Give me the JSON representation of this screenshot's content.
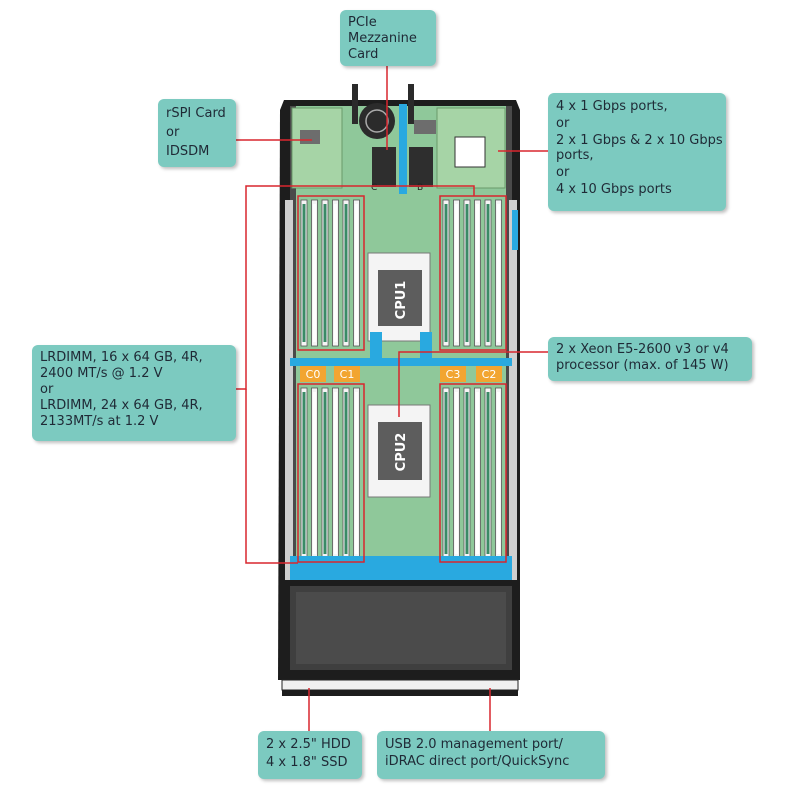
{
  "callouts": {
    "pcie": [
      "PCIe",
      "Mezzanine",
      "Card"
    ],
    "rspi": [
      "rSPI Card",
      "or",
      "IDSDM"
    ],
    "network": [
      "4 x 1 Gbps ports,",
      "or",
      "2 x 1 Gbps & 2 x 10 Gbps",
      "ports,",
      "or",
      "4 x 10 Gbps ports"
    ],
    "memory": [
      "LRDIMM, 16 x 64 GB, 4R,",
      "2400 MT/s @ 1.2 V",
      "or",
      "LRDIMM, 24 x 64 GB, 4R,",
      "2133MT/s at 1.2 V"
    ],
    "processor": [
      "2 x Xeon E5-2600 v3 or v4",
      "processor (max. of 145 W)"
    ],
    "storage": [
      "2 x 2.5\" HDD",
      "4 x 1.8\" SSD"
    ],
    "usb": [
      "USB 2.0 management port/",
      "iDRAC direct port/QuickSync"
    ]
  },
  "board": {
    "cpu1": "CPU1",
    "cpu2": "CPU2",
    "channels": [
      "C0",
      "C1",
      "C3",
      "C2"
    ],
    "conn_c": "C",
    "conn_b": "B"
  },
  "colors": {
    "callout": "#7ccac0",
    "leader": "#d9262e",
    "board": "#8fc89a",
    "chassis": "#1d1d1d",
    "accent_blue": "#29a9e0",
    "channel_orange": "#f2a531"
  }
}
